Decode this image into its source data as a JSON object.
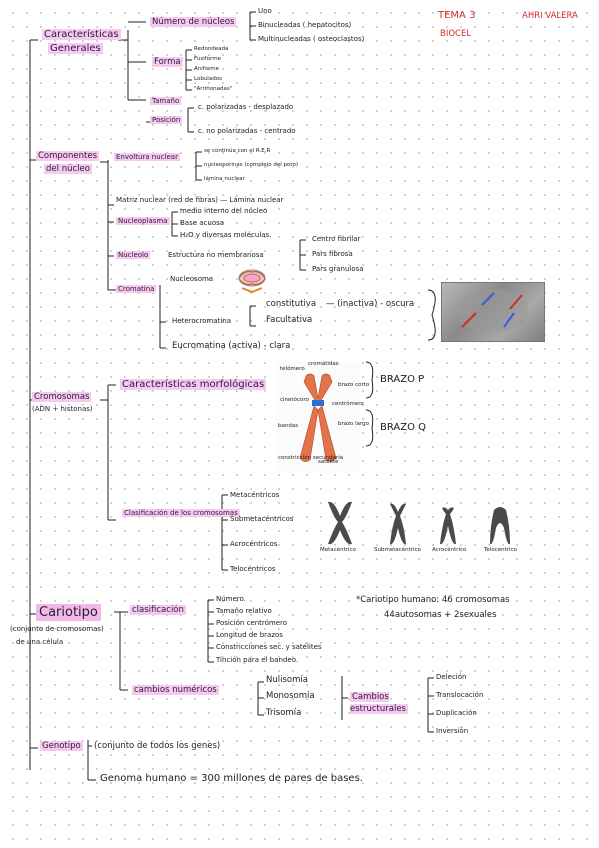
{
  "header": {
    "tema": "TEMA 3",
    "autor": "AHRI VALERA",
    "asignatura": "BIOCEL"
  },
  "generales": {
    "title_line1": "Características",
    "title_line2": "Generales",
    "numero": "Número de núcleos",
    "numero_items": [
      "Uno",
      "Binucleadas ( hepatocitos)",
      "Multinucleadas ( osteoclastos)"
    ],
    "forma": "Forma",
    "forma_items": [
      "Redondeada",
      "Fusiforme",
      "Aniforme",
      "Lobulados",
      "\"Arriñonadas\""
    ],
    "tamano": "Tamaño",
    "posicion": "Posición",
    "posicion_items": [
      "c. polarizadas - desplazado",
      "c. no polarizadas - centrado"
    ]
  },
  "componentes": {
    "title_line1": "Componentes",
    "title_line2": "del núcleo",
    "envoltura": "Envoltura nuclear",
    "envoltura_items": [
      "se continúa con el R.E.R",
      "nucleoporinas (complejo del poro)",
      "lámina nuclear"
    ],
    "matriz": "Matriz nuclear (red de fibras) — Lámina nuclear",
    "nucleoplasma": "Nucleoplasma",
    "nucleoplasma_items": [
      "medio interno del núcleo",
      "Base acuosa",
      "H₂O y diversas moléculas."
    ],
    "nucleolo": "Nucleolo",
    "nucleolo_desc": "Estructura no membranosa",
    "nucleolo_items": [
      "Centro fibrilar",
      "Pars fibrosa",
      "Pars granulosa"
    ],
    "cromatina": "Cromatina",
    "nucleosoma": "Nucleosoma",
    "heterocromatina": "Heterocromatina",
    "hetero_items": [
      "constitutiva",
      "Facultativa"
    ],
    "hetero_note": "— (inactiva) - oscura",
    "eucromatina": "Eucromatina (activa) - clara"
  },
  "cromosomas": {
    "title": "Cromosomas",
    "subtitle": "(ADN + histonas)",
    "caracteristicas": "Características morfológicas",
    "brazo_p": "BRAZO P",
    "brazo_q": "BRAZO Q",
    "diagram_labels": {
      "telomero": "telómero",
      "cromatidas": "cromátidas",
      "brazo_corto": "brazo corto",
      "cinetocoro": "cinetócoro",
      "centromero": "centrómero",
      "bandas": "bandas",
      "brazo_largo": "brazo largo",
      "constriccion": "constricción secundaria",
      "satelite": "satélite"
    },
    "clasificacion": "Clasificación de los cromosomas",
    "tipos": [
      "Metacéntricos",
      "Submetacéntricos",
      "Acrocéntricos",
      "Telocéntricos"
    ],
    "tipos_labels": [
      "Metacéntrico",
      "Submetacéntrico",
      "Acrocéntrico",
      "Telocéntrico"
    ]
  },
  "cariotipo": {
    "title": "Cariotipo",
    "subtitle_line1": "(conjunto de cromosomas)",
    "subtitle_line2": "de una célula",
    "clasificacion": "clasificación",
    "clasificacion_items": [
      "Número.",
      "Tamaño relativo",
      "Posición centrómero",
      "Longitud de brazos",
      "Constricciones sec. y satélites",
      "Tinción para el bandeo."
    ],
    "humano_line1": "*Cariotipo humano: 46 cromosomas",
    "humano_line2": "44autosomas + 2sexuales",
    "numericos": "cambios numéricos",
    "numericos_items": [
      "Nulisomía",
      "Monosomía",
      "Trisomía"
    ],
    "estructurales": "Cambios estructurales",
    "estructurales_items": [
      "Deleción",
      "Translocación",
      "Duplicación",
      "Inversión"
    ]
  },
  "genotipo": {
    "title": "Genotipo",
    "desc": "(conjunto de todos los genes)",
    "genoma": "Genoma humano = 300 millones de pares de bases."
  },
  "colors": {
    "highlight": "#f6c9ee",
    "accent_red": "#d32b2b",
    "ink": "#1d1d1d"
  }
}
